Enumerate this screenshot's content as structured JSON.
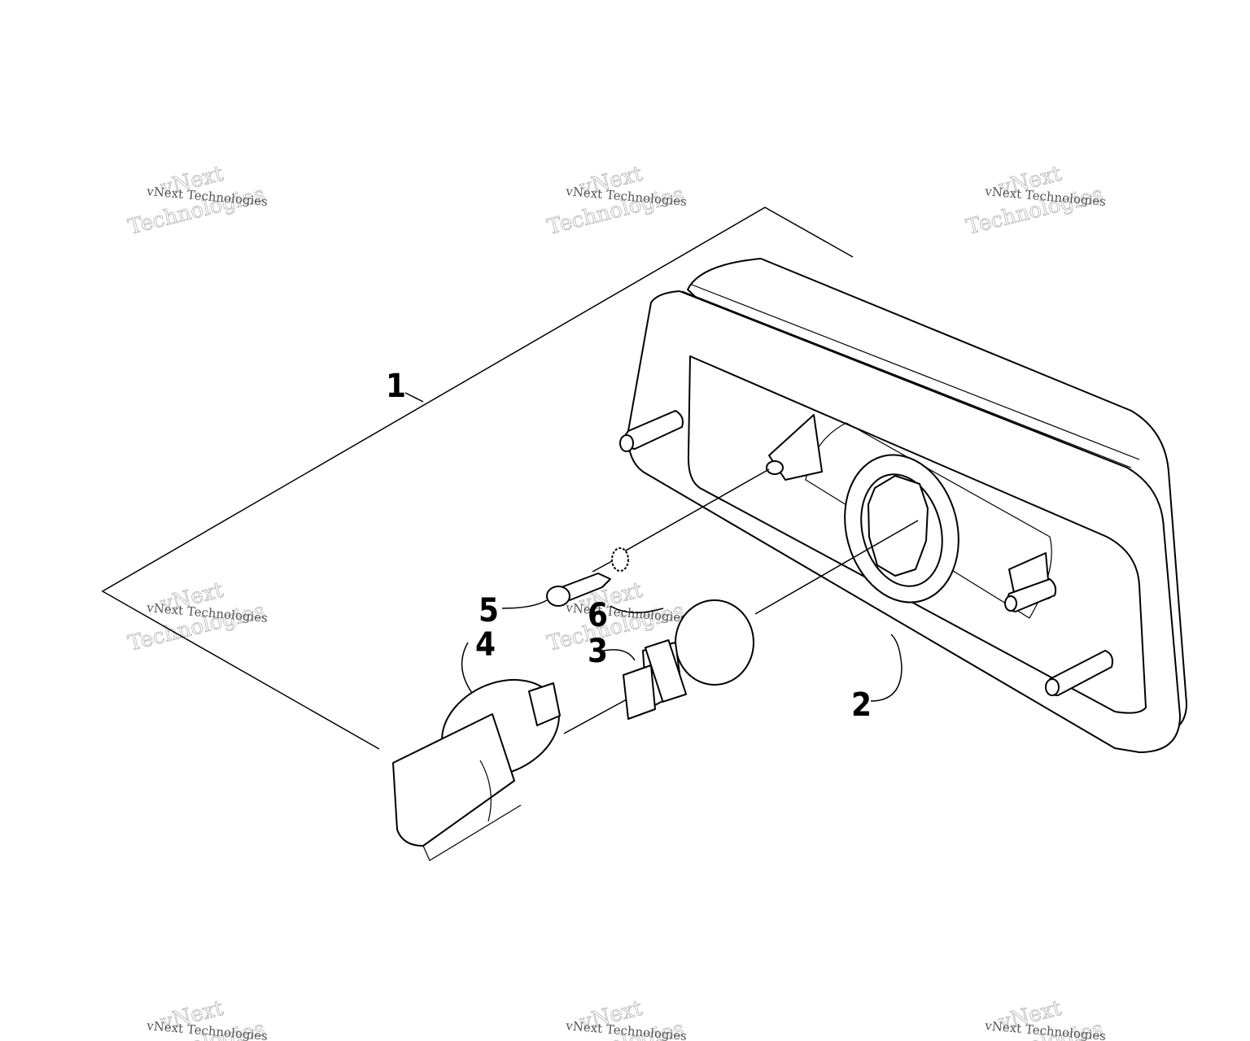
{
  "watermark": {
    "line_small": "vNext Technologies",
    "line_big_1": "vNext",
    "line_big_2": "Technologies"
  },
  "callouts": {
    "c1": "1",
    "c2": "2",
    "c3": "3",
    "c4": "4",
    "c5": "5",
    "c6": "6"
  }
}
